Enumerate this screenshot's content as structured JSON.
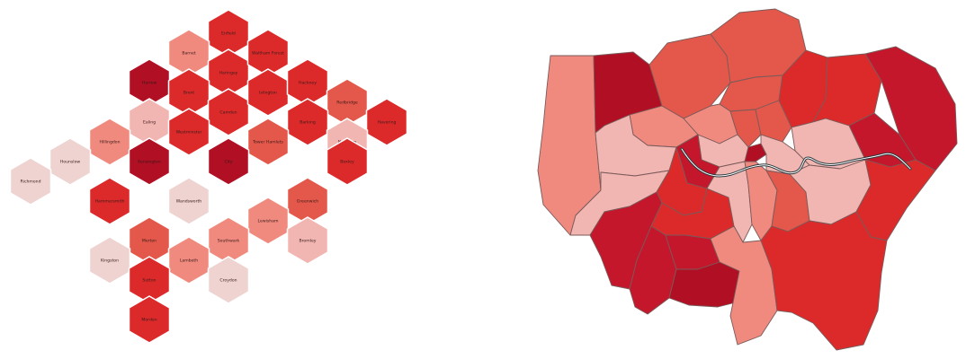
{
  "palette": {
    "dark": "#c4172c",
    "darker": "#b00f24",
    "red": "#dc2a2a",
    "mid": "#e3584a",
    "light": "#f08a7e",
    "pale": "#f2b6b2",
    "palest": "#eed3d1"
  },
  "hex_map": {
    "hexes": [
      {
        "label": "Enfield",
        "shade": "red"
      },
      {
        "label": "Barnet",
        "shade": "light"
      },
      {
        "label": "Haringey",
        "shade": "red"
      },
      {
        "label": "Waltham Forest",
        "shade": "red"
      },
      {
        "label": "Harrow",
        "shade": "darker"
      },
      {
        "label": "Brent",
        "shade": "red"
      },
      {
        "label": "Camden",
        "shade": "red"
      },
      {
        "label": "Islington",
        "shade": "red"
      },
      {
        "label": "Hackney",
        "shade": "red"
      },
      {
        "label": "Redbridge",
        "shade": "mid"
      },
      {
        "label": "Havering",
        "shade": "red"
      },
      {
        "label": "Ealing",
        "shade": "pale"
      },
      {
        "label": "Barking",
        "shade": "red"
      },
      {
        "label": "Westminster",
        "shade": "red"
      },
      {
        "label": "Tower Hamlets",
        "shade": "mid"
      },
      {
        "label": "Newham",
        "shade": "pale"
      },
      {
        "label": "Hillingdon",
        "shade": "light"
      },
      {
        "label": "Kensington",
        "shade": "darker"
      },
      {
        "label": "City",
        "shade": "darker"
      },
      {
        "label": "Bexley",
        "shade": "red"
      },
      {
        "label": "Hounslow",
        "shade": "palest"
      },
      {
        "label": "Hammersmith",
        "shade": "red"
      },
      {
        "label": "Wandsworth",
        "shade": "palest"
      },
      {
        "label": "Greenwich",
        "shade": "mid"
      },
      {
        "label": "Richmond",
        "shade": "palest"
      },
      {
        "label": "Lewisham",
        "shade": "light"
      },
      {
        "label": "Merton",
        "shade": "mid"
      },
      {
        "label": "Southwark",
        "shade": "light"
      },
      {
        "label": "Bromley",
        "shade": "pale"
      },
      {
        "label": "Kingston",
        "shade": "palest"
      },
      {
        "label": "Lambeth",
        "shade": "light"
      },
      {
        "label": "Sutton",
        "shade": "red"
      },
      {
        "label": "Croydon",
        "shade": "palest"
      },
      {
        "label": "Morden",
        "shade": "red"
      }
    ]
  },
  "geo_map": {
    "regions": [
      {
        "name": "hillingdon",
        "shade": "light"
      },
      {
        "name": "harrow",
        "shade": "darker"
      },
      {
        "name": "barnet",
        "shade": "mid"
      },
      {
        "name": "enfield",
        "shade": "mid"
      },
      {
        "name": "haringey",
        "shade": "mid"
      },
      {
        "name": "waltham-forest",
        "shade": "red"
      },
      {
        "name": "redbridge",
        "shade": "red"
      },
      {
        "name": "havering",
        "shade": "dark"
      },
      {
        "name": "barking",
        "shade": "dark"
      },
      {
        "name": "brent",
        "shade": "light"
      },
      {
        "name": "ealing",
        "shade": "pale"
      },
      {
        "name": "camden",
        "shade": "light"
      },
      {
        "name": "islington",
        "shade": "mid"
      },
      {
        "name": "hackney",
        "shade": "mid"
      },
      {
        "name": "newham",
        "shade": "pale"
      },
      {
        "name": "westminster",
        "shade": "pale"
      },
      {
        "name": "kensington",
        "shade": "dark"
      },
      {
        "name": "city",
        "shade": "darker"
      },
      {
        "name": "tower-hamlets",
        "shade": "pale"
      },
      {
        "name": "hounslow",
        "shade": "pale"
      },
      {
        "name": "hammersmith",
        "shade": "red"
      },
      {
        "name": "richmond",
        "shade": "dark"
      },
      {
        "name": "wandsworth",
        "shade": "red"
      },
      {
        "name": "lambeth",
        "shade": "pale"
      },
      {
        "name": "southwark",
        "shade": "light"
      },
      {
        "name": "lewisham",
        "shade": "mid"
      },
      {
        "name": "greenwich",
        "shade": "pale"
      },
      {
        "name": "bexley",
        "shade": "red"
      },
      {
        "name": "kingston",
        "shade": "dark"
      },
      {
        "name": "merton",
        "shade": "dark"
      },
      {
        "name": "sutton",
        "shade": "darker"
      },
      {
        "name": "croydon",
        "shade": "light"
      },
      {
        "name": "bromley",
        "shade": "red"
      }
    ]
  }
}
